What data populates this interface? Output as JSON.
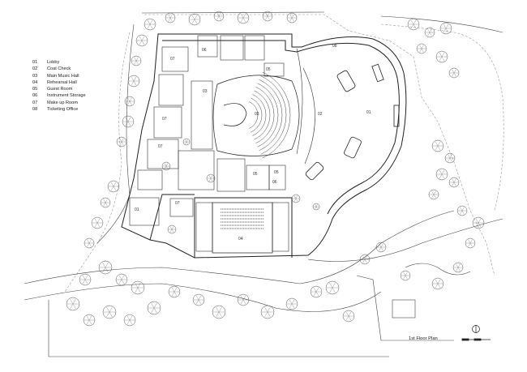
{
  "legend": [
    {
      "num": "01",
      "label": "Lobby"
    },
    {
      "num": "02",
      "label": "Coat Check"
    },
    {
      "num": "03",
      "label": "Main Music Hall"
    },
    {
      "num": "04",
      "label": "Rehearsal Hall"
    },
    {
      "num": "05",
      "label": "Guest Room"
    },
    {
      "num": "06",
      "label": "Instrument Storage"
    },
    {
      "num": "07",
      "label": "Make up Room"
    },
    {
      "num": "08",
      "label": "Ticketing Office"
    }
  ],
  "plan_title": "1st Floor Plan",
  "room_labels": [
    "01",
    "02",
    "03",
    "04",
    "05",
    "05",
    "05",
    "06",
    "06",
    "07",
    "07",
    "07",
    "07",
    "08",
    "01",
    "03"
  ],
  "compass": {
    "icon": "north-arrow-icon"
  },
  "colors": {
    "line": "#222222",
    "tree": "#555555",
    "background": "#ffffff"
  }
}
